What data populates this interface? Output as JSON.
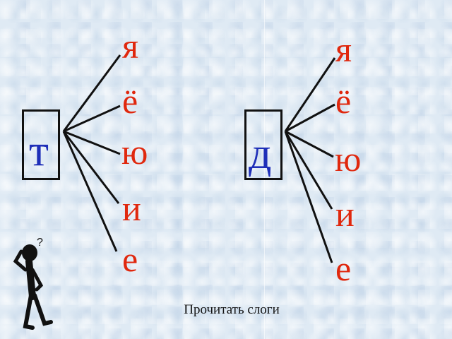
{
  "left_group": {
    "consonant": "т",
    "vowels": [
      "я",
      "ё",
      "ю",
      "и",
      "е"
    ]
  },
  "right_group": {
    "consonant": "д",
    "vowels": [
      "я",
      "ё",
      "ю",
      "и",
      "е"
    ]
  },
  "caption": "Прочитать слоги",
  "colors": {
    "consonant": "#1f2fb8",
    "vowel": "#e0280e",
    "lines": "#111111",
    "background": "#dfeaf4"
  },
  "figure": {
    "icon": "thinking-man-icon",
    "mark": "?"
  }
}
